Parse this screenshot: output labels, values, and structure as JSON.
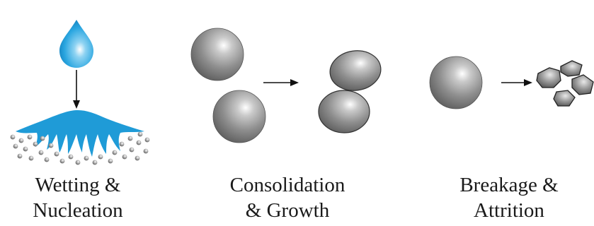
{
  "stages": [
    {
      "id": "wetting",
      "line1": "Wetting &",
      "line2": "Nucleation"
    },
    {
      "id": "consolidation",
      "line1": "Consolidation",
      "line2": "& Growth"
    },
    {
      "id": "breakage",
      "line1": "Breakage &",
      "line2": "Attrition"
    }
  ],
  "colors": {
    "droplet": "#29a8e0",
    "binder": "#1f9bd7",
    "particle": "#8c8c8c",
    "arrow": "#111111"
  }
}
